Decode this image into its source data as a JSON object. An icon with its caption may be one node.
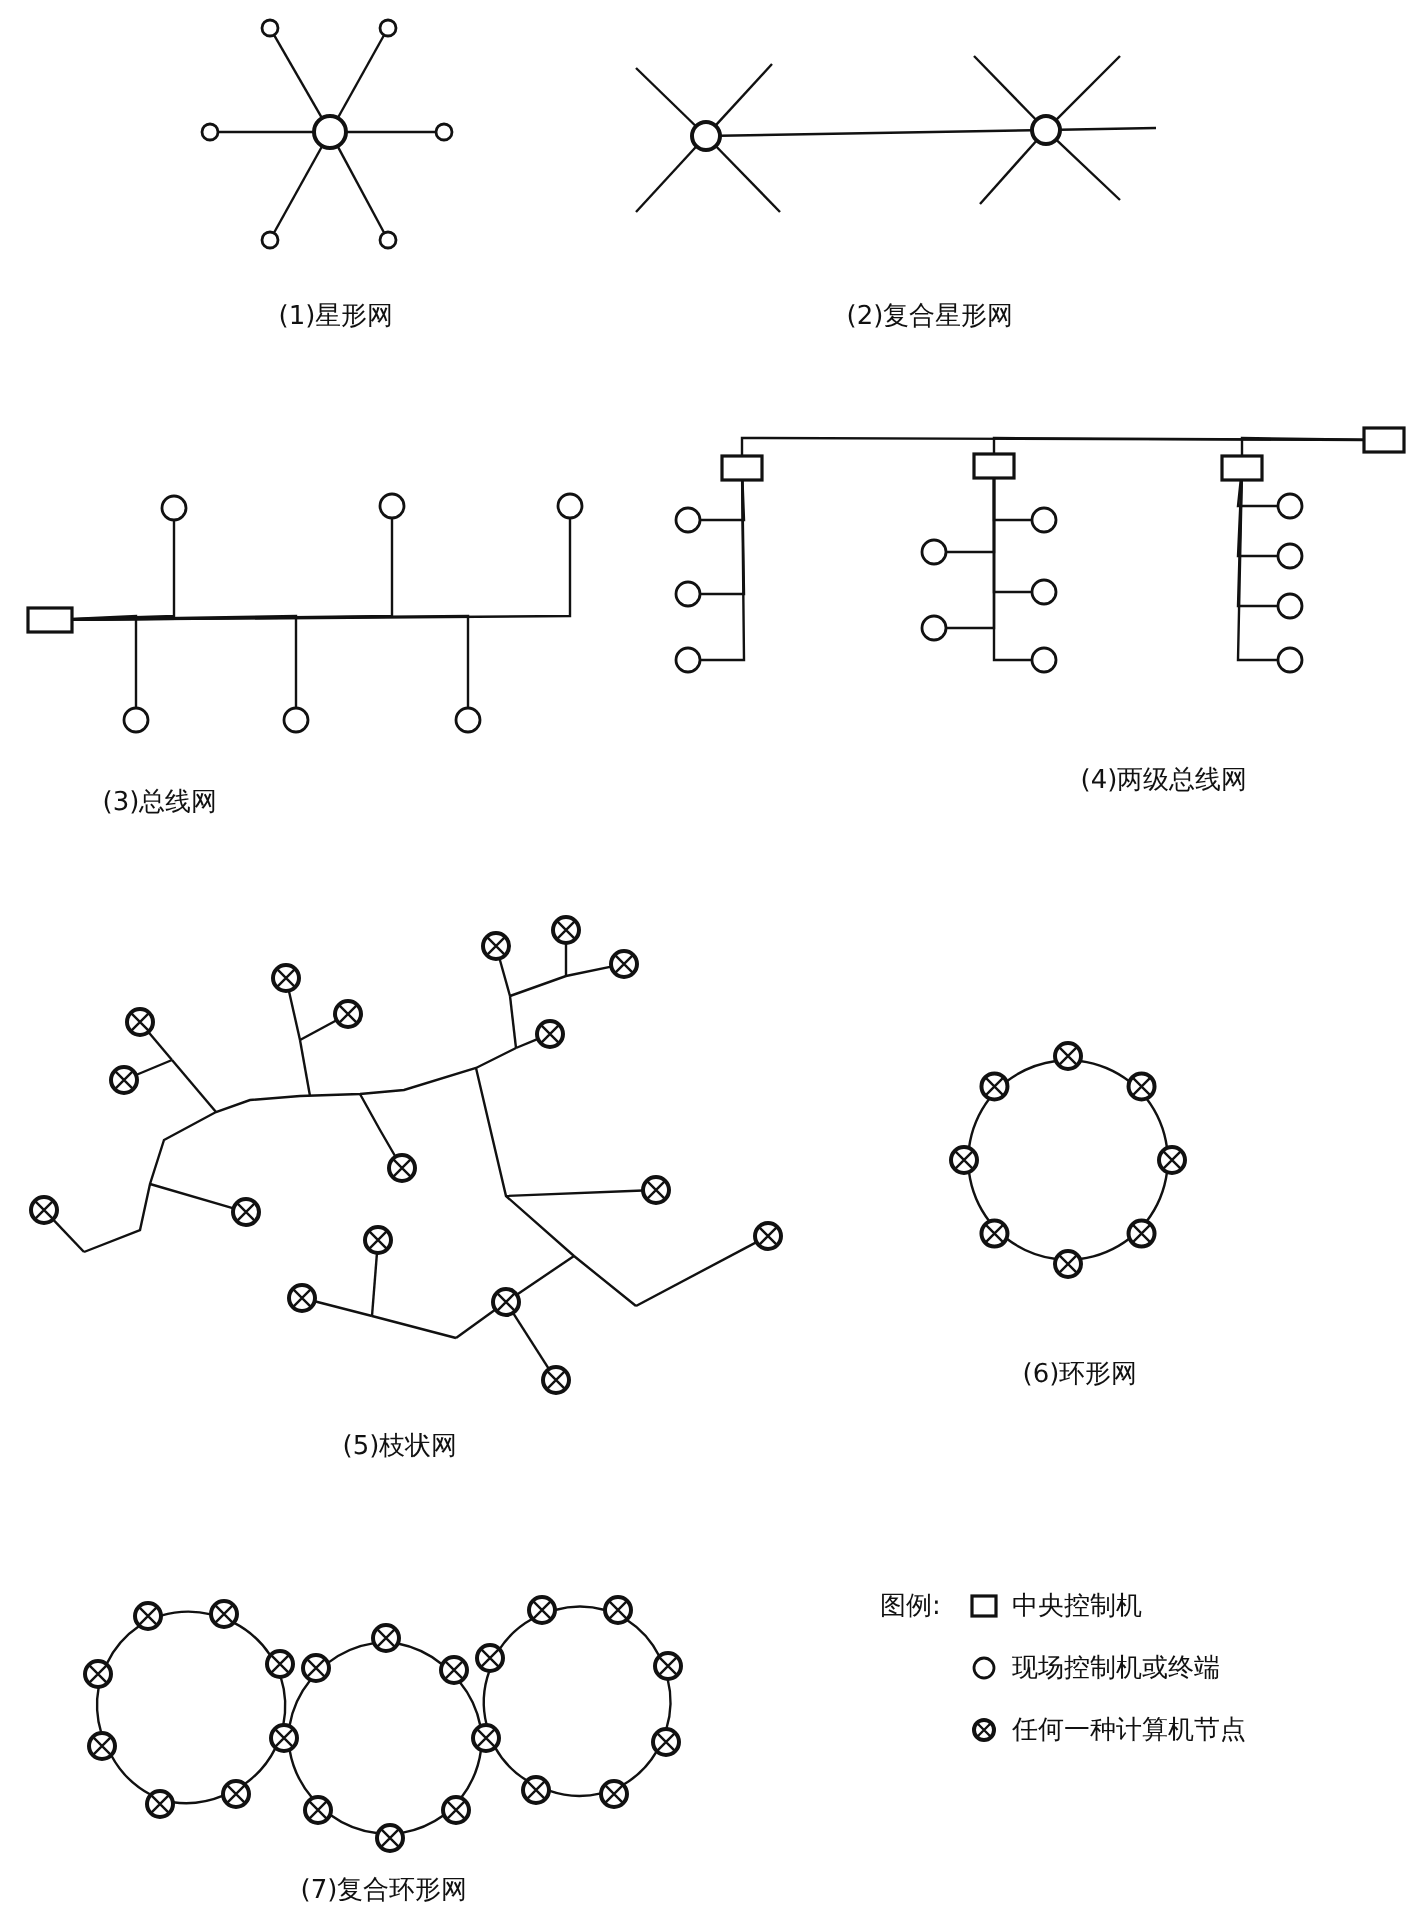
{
  "diagram": {
    "nodes": [
      {
        "text": [],
        "shape": "circle"
      },
      {
        "text": [],
        "shape": "circle"
      },
      {
        "text": [],
        "shape": "circle"
      },
      {
        "text": [],
        "shape": "circle"
      },
      {
        "text": [],
        "shape": "circle"
      },
      {
        "text": [],
        "shape": "circle"
      },
      {
        "text": [],
        "shape": "circle"
      },
      {
        "text": [],
        "shape": "circle"
      },
      {
        "text": [],
        "shape": "circle"
      },
      {
        "text": [],
        "shape": "box"
      },
      {
        "text": [],
        "shape": "circle"
      },
      {
        "text": [],
        "shape": "circle"
      },
      {
        "text": [],
        "shape": "circle"
      },
      {
        "text": [],
        "shape": "circle"
      },
      {
        "text": [],
        "shape": "circle"
      },
      {
        "text": [],
        "shape": "circle"
      },
      {
        "text": [],
        "shape": "box"
      },
      {
        "text": [],
        "shape": "box"
      },
      {
        "text": [],
        "shape": "box"
      },
      {
        "text": [],
        "shape": "box"
      },
      {
        "text": [],
        "shape": "circle"
      },
      {
        "text": [],
        "shape": "circle"
      },
      {
        "text": [],
        "shape": "circle"
      },
      {
        "text": [],
        "shape": "circle"
      },
      {
        "text": [],
        "shape": "circle"
      },
      {
        "text": [],
        "shape": "circle"
      },
      {
        "text": [],
        "shape": "circle"
      },
      {
        "text": [],
        "shape": "circle"
      },
      {
        "text": [],
        "shape": "circle"
      },
      {
        "text": [],
        "shape": "circle"
      },
      {
        "text": [],
        "shape": "circle"
      },
      {
        "text": [],
        "shape": "circle"
      },
      {
        "text": [],
        "shape": "cross"
      },
      {
        "text": [],
        "shape": "cross"
      },
      {
        "text": [],
        "shape": "cross"
      },
      {
        "text": [],
        "shape": "cross"
      },
      {
        "text": [],
        "shape": "cross"
      },
      {
        "text": [],
        "shape": "cross"
      },
      {
        "text": [],
        "shape": "cross"
      },
      {
        "text": [],
        "shape": "cross"
      },
      {
        "text": [],
        "shape": "cross"
      },
      {
        "text": [],
        "shape": "cross"
      },
      {
        "text": [],
        "shape": "cross"
      },
      {
        "text": [],
        "shape": "cross"
      },
      {
        "text": [],
        "shape": "cross"
      },
      {
        "text": [],
        "shape": "cross"
      },
      {
        "text": [],
        "shape": "cross"
      },
      {
        "text": [],
        "shape": "cross"
      },
      {
        "text": [],
        "shape": "cross"
      },
      {
        "text": [],
        "shape": "cross"
      },
      {
        "text": [],
        "shape": "cross"
      },
      {
        "text": [],
        "shape": "cross"
      },
      {
        "text": [],
        "shape": "cross"
      },
      {
        "text": [],
        "shape": "cross"
      },
      {
        "text": [],
        "shape": "cross"
      },
      {
        "text": [],
        "shape": "cross"
      },
      {
        "text": [],
        "shape": "cross"
      },
      {
        "text": [],
        "shape": "cross"
      },
      {
        "text": [],
        "shape": "cross"
      },
      {
        "text": [],
        "shape": "cross"
      },
      {
        "text": [],
        "shape": "cross"
      },
      {
        "text": [],
        "shape": "cross"
      },
      {
        "text": [],
        "shape": "cross"
      },
      {
        "text": [],
        "shape": "cross"
      },
      {
        "text": [],
        "shape": "cross"
      },
      {
        "text": [],
        "shape": "cross"
      },
      {
        "text": [],
        "shape": "cross"
      },
      {
        "text": [],
        "shape": "cross"
      },
      {
        "text": [],
        "shape": "cross"
      },
      {
        "text": [],
        "shape": "cross"
      },
      {
        "text": [],
        "shape": "cross"
      },
      {
        "text": [],
        "shape": "cross"
      },
      {
        "text": [],
        "shape": "cross"
      },
      {
        "text": [],
        "shape": "cross"
      },
      {
        "text": [],
        "shape": "cross"
      },
      {
        "text": [],
        "shape": "cross"
      },
      {
        "text": [],
        "shape": "cross"
      },
      {
        "text": [],
        "shape": "cross"
      },
      {
        "text": [],
        "shape": "cross"
      }
    ],
    "edges": [
      {
        "from": 0,
        "to": 1,
        "arrow": "none"
      },
      {
        "from": 0,
        "to": 2,
        "arrow": "none"
      },
      {
        "from": 0,
        "to": 3,
        "arrow": "none"
      },
      {
        "from": 0,
        "to": 4,
        "arrow": "none"
      },
      {
        "from": 0,
        "to": 5,
        "arrow": "none"
      },
      {
        "from": 0,
        "to": 6,
        "arrow": "none"
      },
      {
        "from": 7,
        "to": 8,
        "arrow": "none"
      },
      {
        "from": 7,
        "to": null,
        "arrow": "none"
      },
      {
        "from": 7,
        "to": null,
        "arrow": "none"
      },
      {
        "from": 7,
        "to": null,
        "arrow": "none"
      },
      {
        "from": 7,
        "to": null,
        "arrow": "none"
      },
      {
        "from": 8,
        "to": null,
        "arrow": "none"
      },
      {
        "from": 8,
        "to": null,
        "arrow": "none"
      },
      {
        "from": 8,
        "to": null,
        "arrow": "none"
      },
      {
        "from": 8,
        "to": null,
        "arrow": "none"
      },
      {
        "from": 8,
        "to": null,
        "arrow": "none"
      },
      {
        "from": 9,
        "to": 10,
        "arrow": "none"
      },
      {
        "from": 9,
        "to": 11,
        "arrow": "none"
      },
      {
        "from": 9,
        "to": 12,
        "arrow": "none"
      },
      {
        "from": 9,
        "to": 13,
        "arrow": "none"
      },
      {
        "from": 9,
        "to": 14,
        "arrow": "none"
      },
      {
        "from": 9,
        "to": 15,
        "arrow": "none"
      },
      {
        "from": 16,
        "to": 17,
        "arrow": "none"
      },
      {
        "from": 16,
        "to": 18,
        "arrow": "none"
      },
      {
        "from": 16,
        "to": 19,
        "arrow": "none"
      },
      {
        "from": 17,
        "to": 20,
        "arrow": "none"
      },
      {
        "from": 17,
        "to": 21,
        "arrow": "none"
      },
      {
        "from": 17,
        "to": 22,
        "arrow": "none"
      },
      {
        "from": 18,
        "to": 23,
        "arrow": "none"
      },
      {
        "from": 18,
        "to": 24,
        "arrow": "none"
      },
      {
        "from": 18,
        "to": 25,
        "arrow": "none"
      },
      {
        "from": 18,
        "to": 26,
        "arrow": "none"
      },
      {
        "from": 18,
        "to": 27,
        "arrow": "none"
      },
      {
        "from": 19,
        "to": 28,
        "arrow": "none"
      },
      {
        "from": 19,
        "to": 29,
        "arrow": "none"
      },
      {
        "from": 19,
        "to": 30,
        "arrow": "none"
      },
      {
        "from": 19,
        "to": 31,
        "arrow": "none"
      },
      {
        "from": 42,
        "to": null,
        "arrow": "none"
      },
      {
        "from": 38,
        "to": null,
        "arrow": "none"
      },
      {
        "from": 37,
        "to": null,
        "arrow": "none"
      },
      {
        "from": 39,
        "to": null,
        "arrow": "none"
      },
      {
        "from": 35,
        "to": null,
        "arrow": "none"
      },
      {
        "from": 36,
        "to": null,
        "arrow": "none"
      },
      {
        "from": 33,
        "to": null,
        "arrow": "none"
      },
      {
        "from": 34,
        "to": null,
        "arrow": "none"
      },
      {
        "from": 32,
        "to": null,
        "arrow": "none"
      },
      {
        "from": 40,
        "to": null,
        "arrow": "none"
      },
      {
        "from": 43,
        "to": null,
        "arrow": "none"
      },
      {
        "from": 41,
        "to": null,
        "arrow": "none"
      },
      {
        "from": 44,
        "to": null,
        "arrow": "none"
      },
      {
        "from": 47,
        "to": null,
        "arrow": "none"
      },
      {
        "from": 47,
        "to": 48,
        "arrow": "none"
      },
      {
        "from": 46,
        "to": null,
        "arrow": "none"
      },
      {
        "from": 45,
        "to": null,
        "arrow": "none"
      },
      {
        "from": 47,
        "to": null,
        "arrow": "none"
      },
      {
        "from": 49,
        "to": 50,
        "arrow": "none"
      },
      {
        "from": 50,
        "to": 51,
        "arrow": "none"
      },
      {
        "from": 51,
        "to": 52,
        "arrow": "none"
      },
      {
        "from": 52,
        "to": 53,
        "arrow": "none"
      },
      {
        "from": 53,
        "to": 54,
        "arrow": "none"
      },
      {
        "from": 54,
        "to": 55,
        "arrow": "none"
      },
      {
        "from": 55,
        "to": 56,
        "arrow": "none"
      },
      {
        "from": 56,
        "to": 49,
        "arrow": "none"
      },
      {
        "from": 57,
        "to": 58,
        "arrow": "none"
      },
      {
        "from": 58,
        "to": 59,
        "arrow": "none"
      },
      {
        "from": 59,
        "to": 60,
        "arrow": "none"
      },
      {
        "from": 60,
        "to": 61,
        "arrow": "none"
      },
      {
        "from": 61,
        "to": 62,
        "arrow": "none"
      },
      {
        "from": 62,
        "to": 63,
        "arrow": "none"
      },
      {
        "from": 63,
        "to": 64,
        "arrow": "none"
      },
      {
        "from": 64,
        "to": 57,
        "arrow": "none"
      },
      {
        "from": 65,
        "to": 66,
        "arrow": "none"
      },
      {
        "from": 66,
        "to": 67,
        "arrow": "none"
      },
      {
        "from": 67,
        "to": 68,
        "arrow": "none"
      },
      {
        "from": 68,
        "to": 69,
        "arrow": "none"
      },
      {
        "from": 69,
        "to": 70,
        "arrow": "none"
      },
      {
        "from": 70,
        "to": 71,
        "arrow": "none"
      },
      {
        "from": 71,
        "to": 60,
        "arrow": "none"
      },
      {
        "from": 60,
        "to": 65,
        "arrow": "none"
      },
      {
        "from": 72,
        "to": 73,
        "arrow": "none"
      },
      {
        "from": 73,
        "to": 74,
        "arrow": "none"
      },
      {
        "from": 74,
        "to": 75,
        "arrow": "none"
      },
      {
        "from": 75,
        "to": 76,
        "arrow": "none"
      },
      {
        "from": 76,
        "to": 77,
        "arrow": "none"
      },
      {
        "from": 77,
        "to": 78,
        "arrow": "none"
      },
      {
        "from": 78,
        "to": 68,
        "arrow": "none"
      },
      {
        "from": 68,
        "to": 72,
        "arrow": "none"
      }
    ],
    "labels": [
      "(1)星形网",
      "(2)复合星形网",
      "(3)总线网",
      "(4)两级总线网",
      "(5)枝状网",
      "(6)环形网",
      "(7)复合环形网",
      "图例:"
    ],
    "legend": [
      {
        "text": "中央控制机"
      },
      {
        "text": "现场控制机或终端"
      },
      {
        "text": "任何一种计算机节点"
      }
    ]
  }
}
